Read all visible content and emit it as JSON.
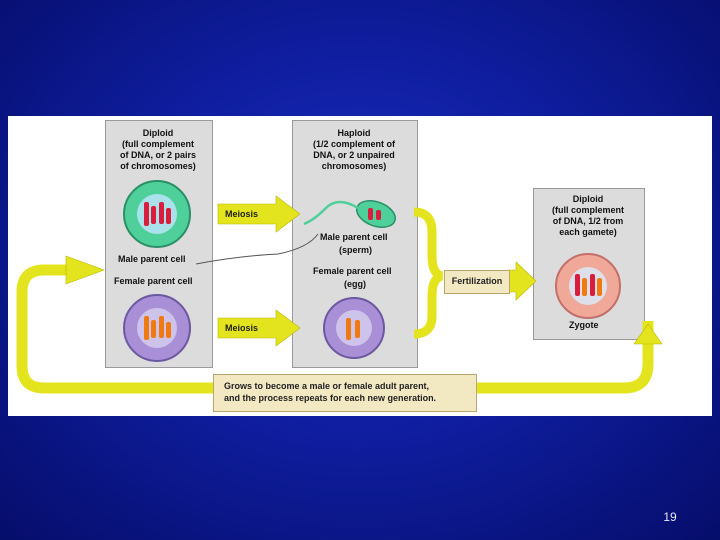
{
  "figure": {
    "diploid_parent": {
      "heading": "Diploid",
      "lines": [
        "(full complement",
        "of DNA, or 2 pairs",
        "of chromosomes)"
      ]
    },
    "haploid": {
      "heading": "Haploid",
      "lines": [
        "(1/2 complement of",
        "DNA, or 2 unpaired",
        "chromosomes)"
      ]
    },
    "diploid_zygote": {
      "heading": "Diploid",
      "lines": [
        "(full complement",
        "of DNA,   1/2 from",
        "each gamete)"
      ]
    },
    "labels": {
      "male_parent_cell": "Male parent cell",
      "female_parent_cell": "Female parent cell",
      "male_gamete": "Male parent cell",
      "male_gamete_sub": "(sperm)",
      "female_gamete": "Female parent cell",
      "female_gamete_sub": "(egg)",
      "zygote": "Zygote"
    },
    "arrows": {
      "meiosis_top": "Meiosis",
      "meiosis_bottom": "Meiosis",
      "fertilization": "Fertilization"
    },
    "cycle_note": {
      "line1": "Grows to become a male or female adult parent,",
      "line2": "and the process repeats for each new generation."
    },
    "colors": {
      "arrow": "#e4e41e",
      "male_cell": "#4fd09a",
      "female_cell": "#a98fd6",
      "zygote_cell": "#f0a898",
      "chromosome_red": "#d81e3c",
      "chromosome_orange": "#f07a10"
    }
  },
  "page_number": "19"
}
